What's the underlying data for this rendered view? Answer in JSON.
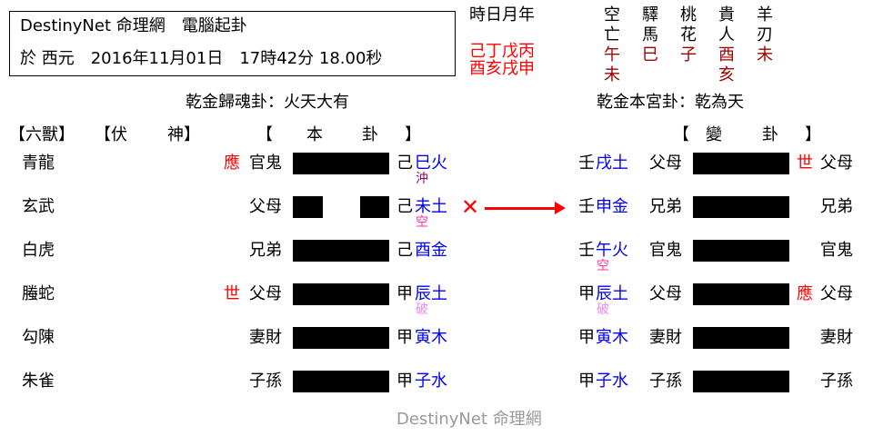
{
  "header": {
    "line1": "DestinyNet 命理網　電腦起卦",
    "line2": "於 西元　2016年11月01日　17時42分 18.00秒"
  },
  "ganzhi": {
    "label": "時日月年",
    "stems": "己丁戊丙",
    "branches": "酉亥戌申"
  },
  "shensha": [
    {
      "name_top": "空",
      "name_bottom": "亡",
      "values": [
        "午",
        "未"
      ]
    },
    {
      "name_top": "驛",
      "name_bottom": "馬",
      "values": [
        "巳"
      ]
    },
    {
      "name_top": "桃",
      "name_bottom": "花",
      "values": [
        "子"
      ]
    },
    {
      "name_top": "貴",
      "name_bottom": "人",
      "values": [
        "酉",
        "亥"
      ]
    },
    {
      "name_top": "羊",
      "name_bottom": "刃",
      "values": [
        "未"
      ]
    }
  ],
  "titles": {
    "ben_gua": "乾金歸魂卦：火天大有",
    "gong_gua": "乾金本宮卦：乾為天"
  },
  "column_headers": {
    "liushou": "【六獸】",
    "fushen_open": "【伏",
    "fushen_close": "神】",
    "bengua_open": "【",
    "bengua_1": "本",
    "bengua_2": "卦",
    "bengua_close": "】",
    "biangua_open": "【",
    "biangua_1": "變",
    "biangua_2": "卦",
    "biangua_close": "】"
  },
  "rows": [
    {
      "beast": "青龍",
      "ben_marker": "應",
      "ben_relation": "官鬼",
      "ben_line": "yang",
      "ben_stem": "己",
      "ben_branch": "巳火",
      "ben_note": "沖",
      "ben_note_color": "purple",
      "moving": "",
      "bian_stem": "壬",
      "bian_branch": "戌土",
      "bian_note": "",
      "bian_relation": "父母",
      "bian_line": "yang",
      "bian_marker": "世",
      "bian_relation2": "父母"
    },
    {
      "beast": "玄武",
      "ben_marker": "",
      "ben_relation": "父母",
      "ben_line": "yin",
      "ben_stem": "己",
      "ben_branch": "未土",
      "ben_note": "空",
      "ben_note_color": "pink",
      "moving": "✕",
      "bian_stem": "壬",
      "bian_branch": "申金",
      "bian_note": "",
      "bian_relation": "兄弟",
      "bian_line": "yang",
      "bian_marker": "",
      "bian_relation2": "兄弟"
    },
    {
      "beast": "白虎",
      "ben_marker": "",
      "ben_relation": "兄弟",
      "ben_line": "yang",
      "ben_stem": "己",
      "ben_branch": "酉金",
      "ben_note": "",
      "ben_note_color": "",
      "moving": "",
      "bian_stem": "壬",
      "bian_branch": "午火",
      "bian_note": "空",
      "bian_relation": "官鬼",
      "bian_line": "yang",
      "bian_marker": "",
      "bian_relation2": "官鬼"
    },
    {
      "beast": "螣蛇",
      "ben_marker": "世",
      "ben_relation": "父母",
      "ben_line": "yang",
      "ben_stem": "甲",
      "ben_branch": "辰土",
      "ben_note": "破",
      "ben_note_color": "lpink",
      "moving": "",
      "bian_stem": "甲",
      "bian_branch": "辰土",
      "bian_note": "破",
      "bian_relation": "父母",
      "bian_line": "yang",
      "bian_marker": "應",
      "bian_relation2": "父母"
    },
    {
      "beast": "勾陳",
      "ben_marker": "",
      "ben_relation": "妻財",
      "ben_line": "yang",
      "ben_stem": "甲",
      "ben_branch": "寅木",
      "ben_note": "",
      "ben_note_color": "",
      "moving": "",
      "bian_stem": "甲",
      "bian_branch": "寅木",
      "bian_note": "",
      "bian_relation": "妻財",
      "bian_line": "yang",
      "bian_marker": "",
      "bian_relation2": "妻財"
    },
    {
      "beast": "朱雀",
      "ben_marker": "",
      "ben_relation": "子孫",
      "ben_line": "yang",
      "ben_stem": "甲",
      "ben_branch": "子水",
      "ben_note": "",
      "ben_note_color": "",
      "moving": "",
      "bian_stem": "甲",
      "bian_branch": "子水",
      "bian_note": "",
      "bian_relation": "子孫",
      "bian_line": "yang",
      "bian_marker": "",
      "bian_relation2": "子孫"
    }
  ],
  "footer": {
    "watermark": "DestinyNet 命理網"
  },
  "icons": {
    "moving_line": "red-x-icon",
    "transform_arrow": "right-arrow-icon"
  },
  "colors": {
    "marker_red": "#ff0000",
    "ganzhi_red": "#ff0000",
    "shensha_dark_red": "#a00000",
    "branch_blue": "#0000ff",
    "chong_purple": "#990066",
    "kong_pink": "#ff3399",
    "po_light_pink": "#ee88ee",
    "watermark_grey": "#999999"
  }
}
